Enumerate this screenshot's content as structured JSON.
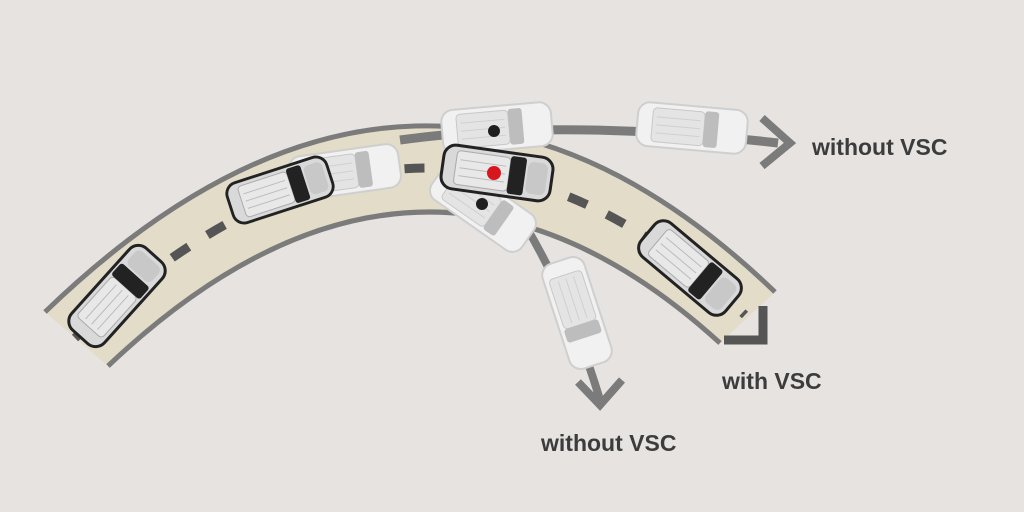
{
  "labels": {
    "top_without": "without VSC",
    "with": "with VSC",
    "bottom_without": "without VSC"
  },
  "colors": {
    "background": "#e6e3e1",
    "road": "#e2dcc8",
    "lines": "#7b7b7b",
    "dash": "#555555",
    "marker_red": "#d8161e",
    "marker_black": "#1e1e1e"
  }
}
